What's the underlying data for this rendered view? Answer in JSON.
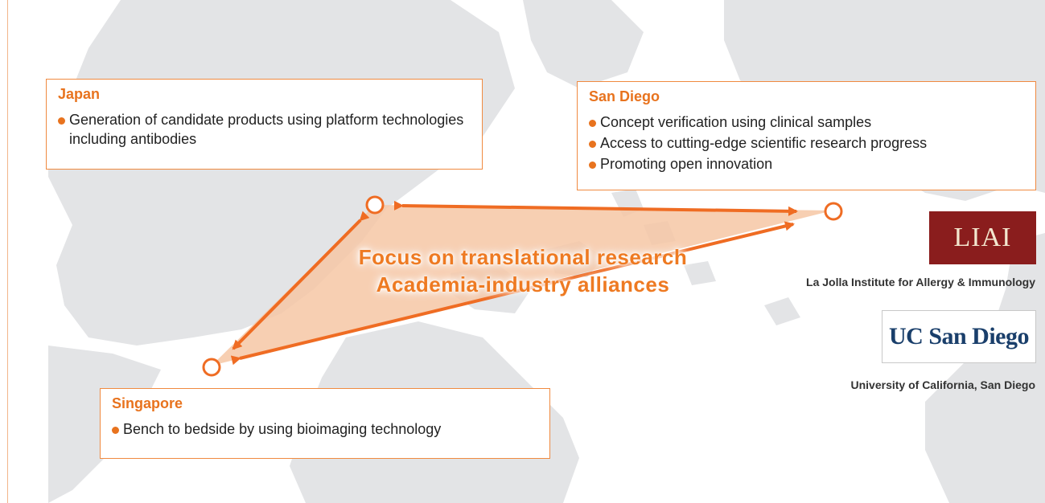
{
  "boxes": {
    "japan": {
      "title": "Japan",
      "items": [
        "Generation of candidate products using platform technologies including antibodies"
      ]
    },
    "san_diego": {
      "title": "San Diego",
      "items": [
        "Concept verification using clinical samples",
        "Access to cutting-edge scientific research progress",
        "Promoting open innovation"
      ]
    },
    "singapore": {
      "title": "Singapore",
      "items": [
        "Bench to bedside by using bioimaging technology"
      ]
    }
  },
  "focus": {
    "line1": "Focus on translational research",
    "line2": "Academia-industry alliances"
  },
  "partners": {
    "liai": {
      "logo_text": "LIAI",
      "caption": "La Jolla Institute for Allergy & Immunology"
    },
    "ucsd": {
      "logo_text": "UC San Diego",
      "caption": "University of California, San Diego"
    }
  },
  "colors": {
    "accent": "#e8731e",
    "arrow": "#ef6c23",
    "triangle_fill": "#f6c7a5",
    "map": "#e3e4e6",
    "liai_bg": "#8a1d1d",
    "ucsd_text": "#1a3f6b"
  }
}
